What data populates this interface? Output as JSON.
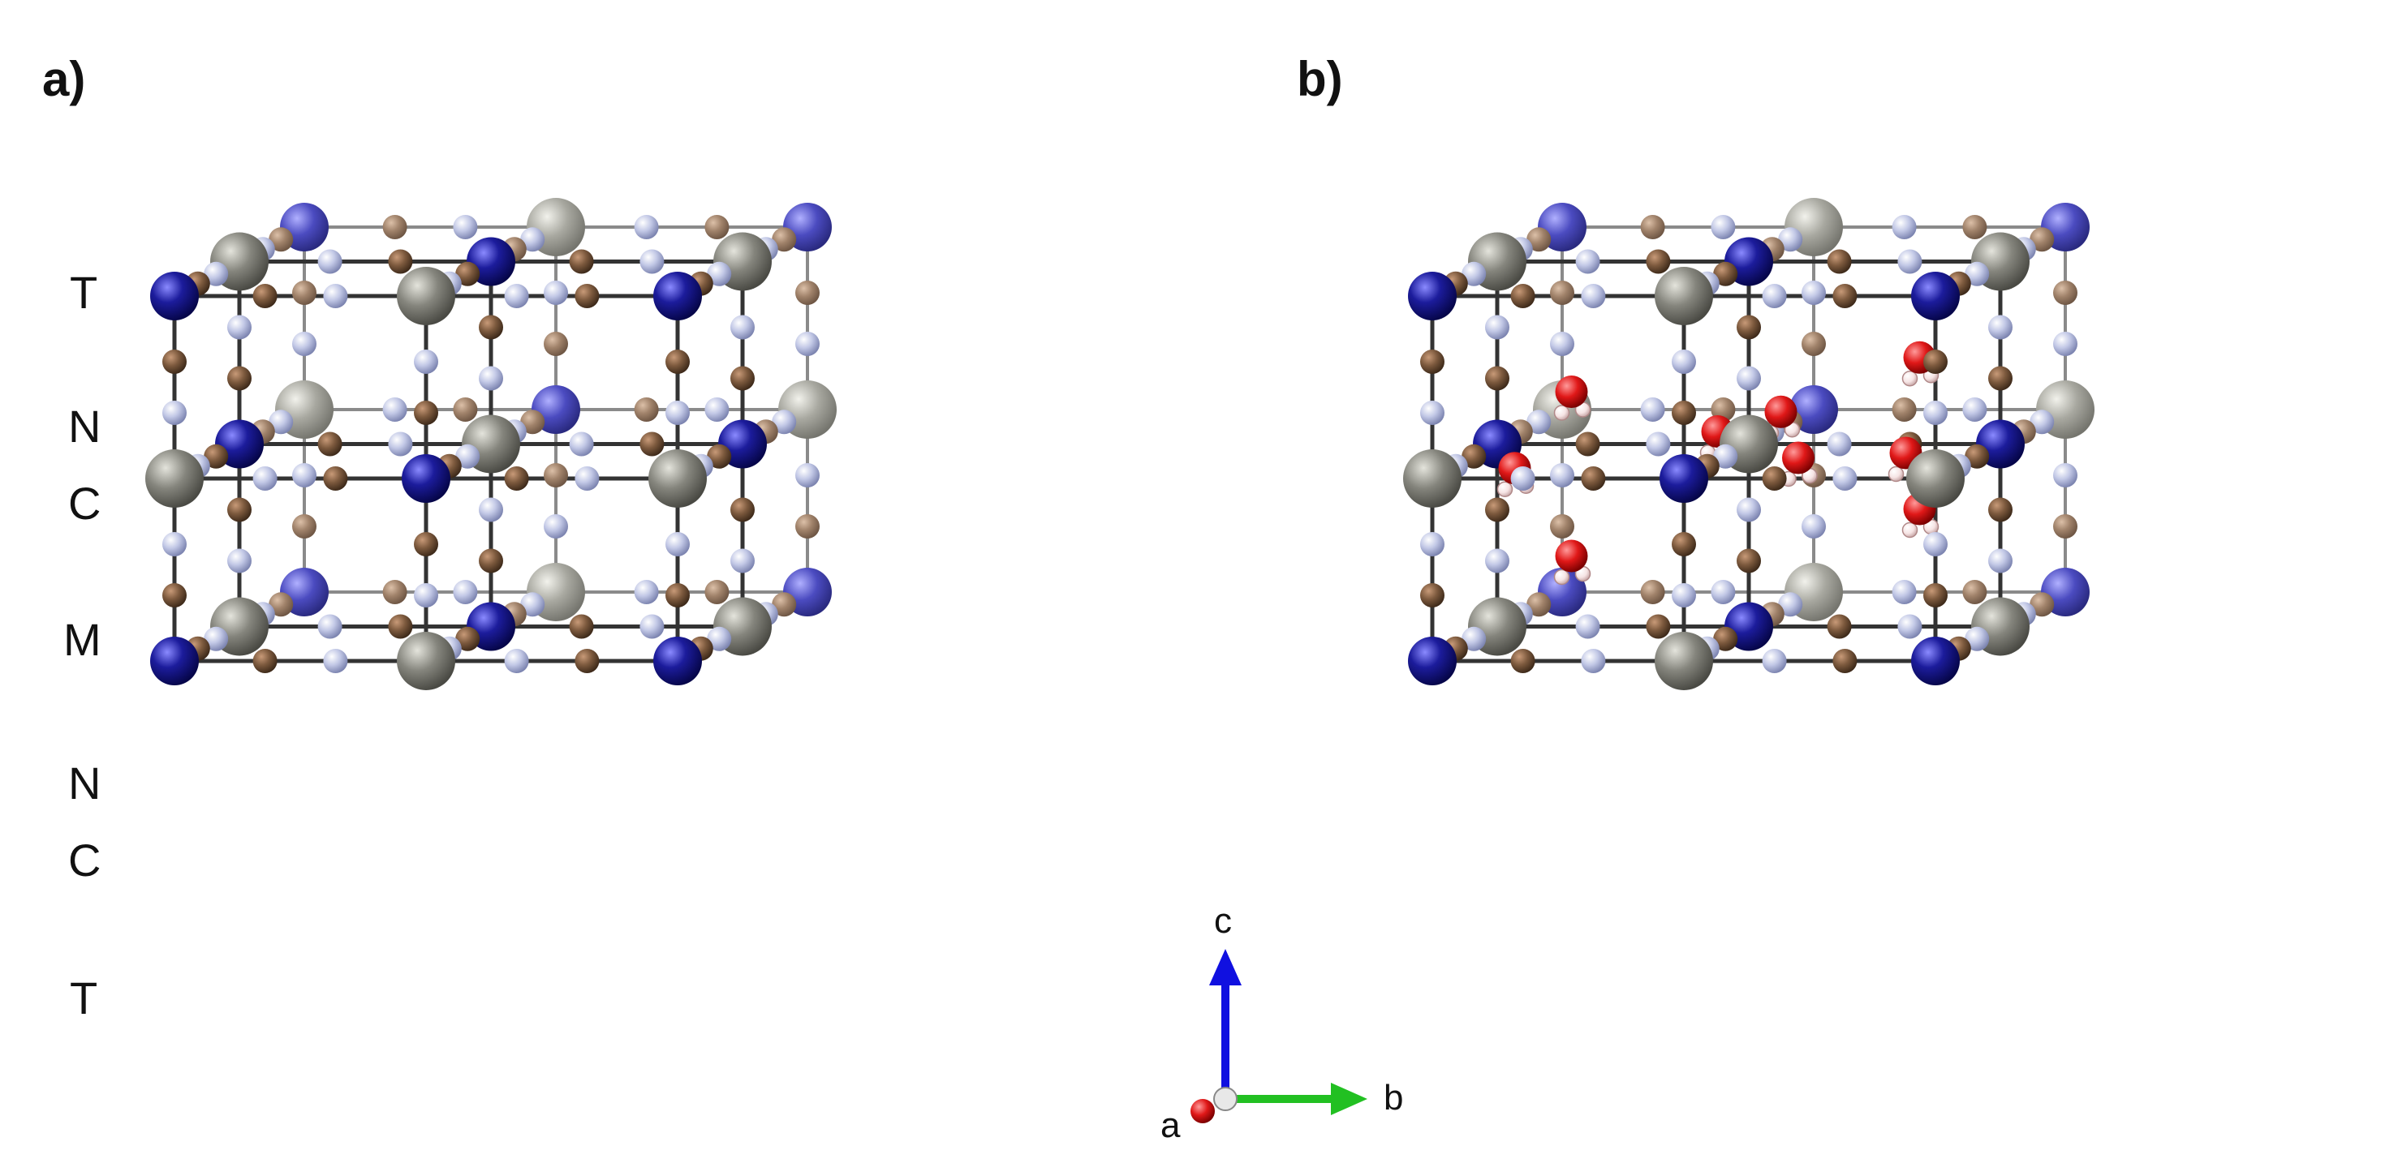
{
  "panels": [
    {
      "label": "a)",
      "row_labels": [
        "T",
        "N",
        "C",
        "M",
        "N",
        "C",
        "T"
      ],
      "has_water": false
    },
    {
      "label": "b)",
      "has_water": true
    }
  ],
  "axes": {
    "a": "a",
    "b": "b",
    "c": "c"
  },
  "colors": {
    "T_atom": "#1c1c9c",
    "M_atom": "#7a7a72",
    "C_atom": "#7d5a3e",
    "N_atom": "#b8bedc",
    "O_atom": "#d01515",
    "H_atom": "#f3dede",
    "bond": "#333333",
    "axis_a": "#c00000",
    "axis_b": "#22c022",
    "axis_c": "#1010e0"
  }
}
